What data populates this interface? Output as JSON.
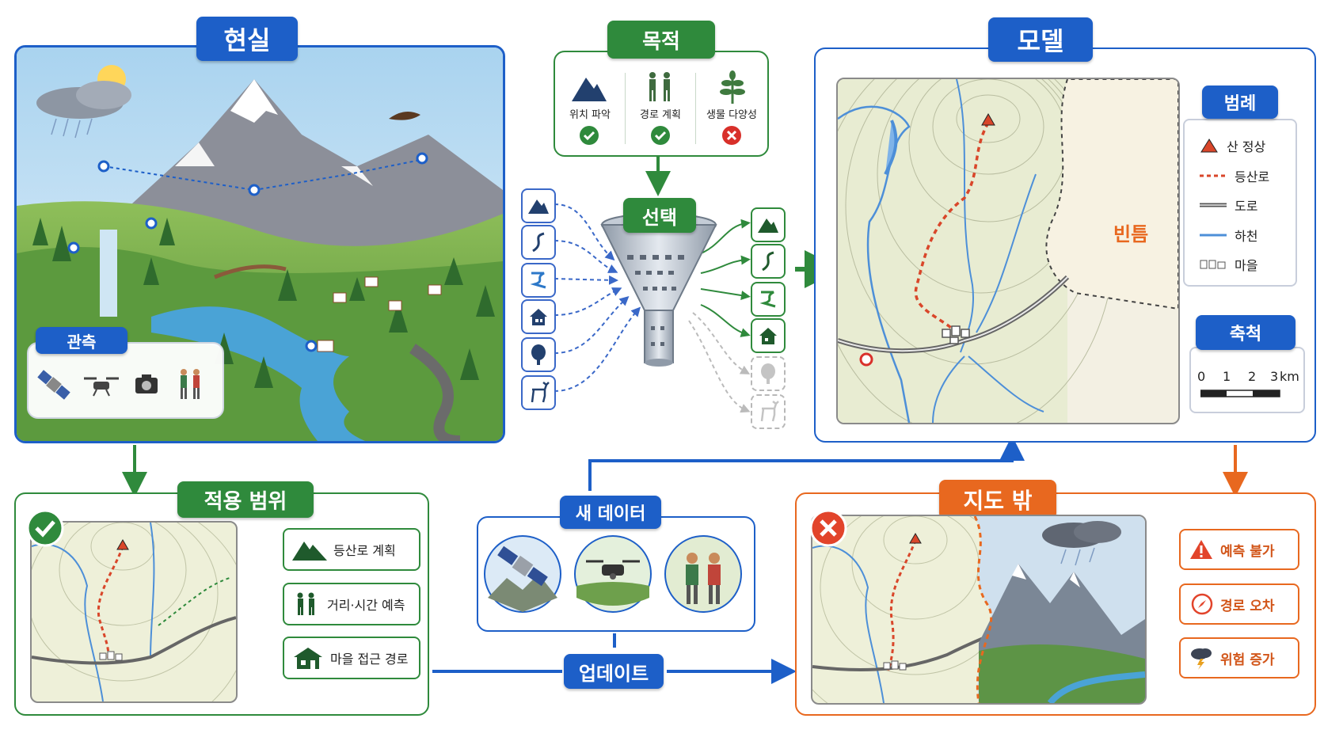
{
  "reality": {
    "title": "현실",
    "observation_title": "관측"
  },
  "purpose": {
    "title": "목적",
    "items": [
      {
        "label": "위치 파악",
        "status": "yes"
      },
      {
        "label": "경로 계획",
        "status": "yes"
      },
      {
        "label": "생물 다양성",
        "status": "no"
      }
    ]
  },
  "selection": {
    "title": "선택"
  },
  "model": {
    "title": "모델",
    "gap_label": "빈틈",
    "legend": {
      "title": "범례",
      "items": [
        "산 정상",
        "등산로",
        "도로",
        "하천",
        "마을"
      ]
    },
    "scale": {
      "title": "축척",
      "ticks": [
        "0",
        "1",
        "2",
        "3"
      ],
      "unit": "km"
    }
  },
  "scope": {
    "title": "적용 범위",
    "uses": [
      "등산로 계획",
      "거리·시간 예측",
      "마을 접근 경로"
    ]
  },
  "new_data": {
    "title": "새 데이터",
    "update_label": "업데이트"
  },
  "off_map": {
    "title": "지도 밖",
    "risks": [
      "예측 불가",
      "경로 오차",
      "위험 증가"
    ]
  },
  "colors": {
    "blue": "#1d5fc8",
    "green": "#2f8a3c",
    "orange": "#e8681f"
  }
}
